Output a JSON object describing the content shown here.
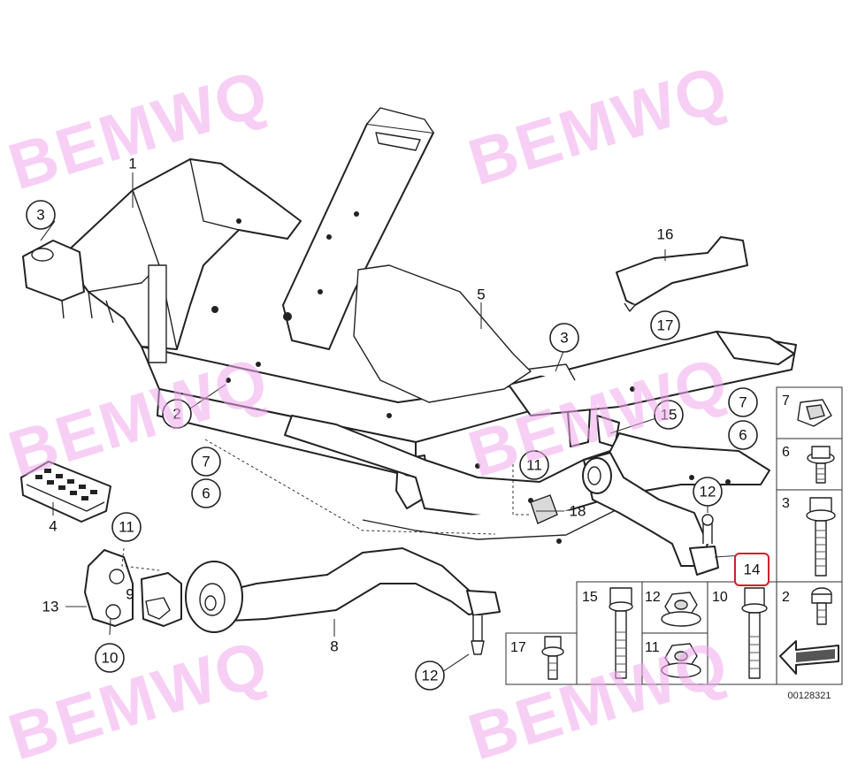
{
  "diagram": {
    "reference_number": "00128321",
    "watermark_text": "BEMWQ",
    "highlight_color": "#d21f2b",
    "watermark_color": "#f2a9ee",
    "callouts": [
      {
        "id": "c1",
        "label": "1",
        "style": "plain"
      },
      {
        "id": "c3a",
        "label": "3",
        "style": "circle"
      },
      {
        "id": "c2",
        "label": "2",
        "style": "circle"
      },
      {
        "id": "c5",
        "label": "5",
        "style": "plain"
      },
      {
        "id": "c3b",
        "label": "3",
        "style": "circle"
      },
      {
        "id": "c16",
        "label": "16",
        "style": "plain"
      },
      {
        "id": "c17a",
        "label": "17",
        "style": "circle"
      },
      {
        "id": "c7a",
        "label": "7",
        "style": "circle"
      },
      {
        "id": "c6a",
        "label": "6",
        "style": "circle"
      },
      {
        "id": "c7b",
        "label": "7",
        "style": "circle"
      },
      {
        "id": "c6b",
        "label": "6",
        "style": "circle"
      },
      {
        "id": "c15",
        "label": "15",
        "style": "circle"
      },
      {
        "id": "c11a",
        "label": "11",
        "style": "circle"
      },
      {
        "id": "c18",
        "label": "18",
        "style": "plain"
      },
      {
        "id": "c12a",
        "label": "12",
        "style": "circle"
      },
      {
        "id": "c14",
        "label": "14",
        "style": "highlight"
      },
      {
        "id": "c4",
        "label": "4",
        "style": "plain"
      },
      {
        "id": "c11b",
        "label": "11",
        "style": "circle"
      },
      {
        "id": "c9",
        "label": "9",
        "style": "plain"
      },
      {
        "id": "c13",
        "label": "13",
        "style": "plain"
      },
      {
        "id": "c10",
        "label": "10",
        "style": "circle"
      },
      {
        "id": "c8",
        "label": "8",
        "style": "plain"
      },
      {
        "id": "c12b",
        "label": "12",
        "style": "circle"
      }
    ],
    "hardware_panel": [
      {
        "id": "p7",
        "label": "7",
        "part": "cage nut"
      },
      {
        "id": "p6",
        "label": "6",
        "part": "flange bolt"
      },
      {
        "id": "p3",
        "label": "3",
        "part": "long bolt"
      },
      {
        "id": "p2",
        "label": "2",
        "part": "torx bolt"
      },
      {
        "id": "p15",
        "label": "15",
        "part": "hex bolt"
      },
      {
        "id": "p12",
        "label": "12",
        "part": "flange nut"
      },
      {
        "id": "p10",
        "label": "10",
        "part": "long hex bolt"
      },
      {
        "id": "p17",
        "label": "17",
        "part": "short bolt"
      },
      {
        "id": "p11",
        "label": "11",
        "part": "flange nut"
      }
    ]
  }
}
